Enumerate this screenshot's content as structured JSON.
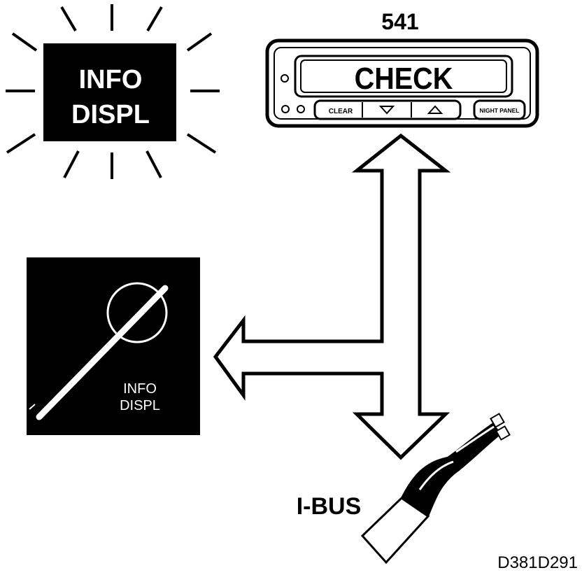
{
  "lamp": {
    "line1": "INFO",
    "line2": "DISPL"
  },
  "module": {
    "number": "541",
    "display_text": "CHECK",
    "buttons": {
      "clear": "CLEAR",
      "night_panel": "NIGHT PANEL"
    }
  },
  "cluster": {
    "line1": "INFO",
    "line2": "DISPL"
  },
  "bus": {
    "label": "I-BUS"
  },
  "figure_code": "D381D291"
}
